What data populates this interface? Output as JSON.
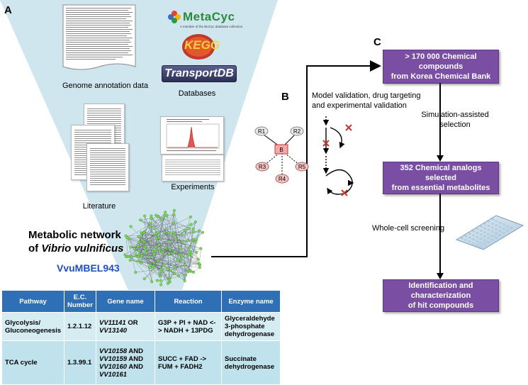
{
  "panels": {
    "a": "A",
    "b": "B",
    "c": "C"
  },
  "panel_a": {
    "genome_label": "Genome annotation data",
    "databases_label": "Databases",
    "metacyc": {
      "name": "MetaCyc",
      "tagline": "A member of the BioCyc database collection"
    },
    "kegg": {
      "name": "KEGG"
    },
    "transportdb": {
      "name": "TransportDB"
    },
    "literature_label": "Literature",
    "experiments_label": "Experiments",
    "network_title_1": "Metabolic network",
    "network_title_2_prefix": "of ",
    "network_title_2_species": "Vibrio vulnificus",
    "model_name": "VvuMBEL943"
  },
  "panel_b": {
    "caption_line1": "Model validation, drug targeting",
    "caption_line2": "and experimental validation",
    "nodes": {
      "r1": "R1",
      "r2": "R2",
      "b": "B",
      "r3": "R3",
      "r4": "R4",
      "r5": "R5"
    }
  },
  "panel_c": {
    "box1_line1": "> 170 000 Chemical compounds",
    "box1_line2": "from Korea Chemical Bank",
    "step1_line1": "Simulation-assisted",
    "step1_line2": "selection",
    "box2_line1": "352 Chemical analogs selected",
    "box2_line2": "from essential metabolites",
    "step2": "Whole-cell screening",
    "box3_line1": "Identification and characterization",
    "box3_line2": "of hit compounds"
  },
  "table": {
    "headers": [
      "Pathway",
      "E.C. Number",
      "Gene name",
      "Reaction",
      "Enzyme name"
    ],
    "rows": [
      {
        "pathway": "Glycolysis/ Gluconeogenesis",
        "ec": "1.2.1.12",
        "gene_parts": [
          "VV11141",
          " OR ",
          "VV13140"
        ],
        "reaction": "G3P + PI + NAD <-> NADH + 13PDG",
        "enzyme": "Glyceraldehyde 3-phosphate dehydrogenase"
      },
      {
        "pathway": "TCA cycle",
        "ec": "1.3.99.1",
        "gene_parts": [
          "VV10158",
          " AND ",
          "VV10159",
          " AND ",
          "VV10160",
          " AND ",
          "VV10161"
        ],
        "reaction": "SUCC + FAD -> FUM + FADH2",
        "enzyme": "Succinate dehydrogenase"
      }
    ]
  },
  "colors": {
    "funnel": "#cfe6ef",
    "purple_box": "#7a4ea3",
    "table_header": "#2e6fb5",
    "model_name": "#1f4fbf",
    "network_node": "#7ed957"
  }
}
